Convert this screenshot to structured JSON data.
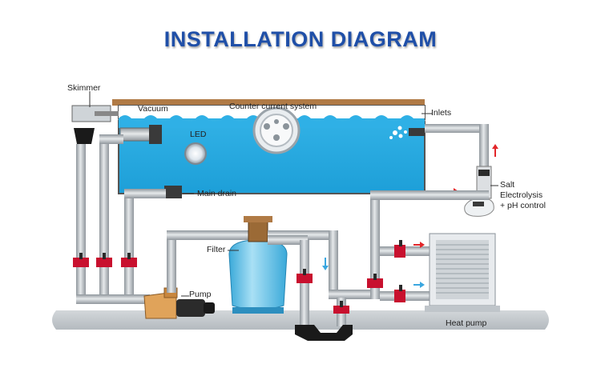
{
  "title": "INSTALLATION DIAGRAM",
  "labels": {
    "skimmer": "Skimmer",
    "vacuum": "Vacuum",
    "counter_current": "Counter current system",
    "inlets": "Inlets",
    "led": "LED",
    "main_drain": "Main drain",
    "salt_line1": "Salt",
    "salt_line2": "Electrolysis",
    "salt_line3": "+ pH control",
    "filter": "Filter",
    "pump": "Pump",
    "heat_pump": "Heat pump"
  },
  "colors": {
    "title": "#1f4fa8",
    "water": "#29aee3",
    "pipe": "#c4c9cd",
    "valve": "#c8102e",
    "filter_tank": "#6fc6ea",
    "pump_body": "#e0a35a",
    "ground": "#c9ced2",
    "flow_arrow_red": "#e2262a",
    "flow_arrow_blue": "#3aa7e0"
  }
}
